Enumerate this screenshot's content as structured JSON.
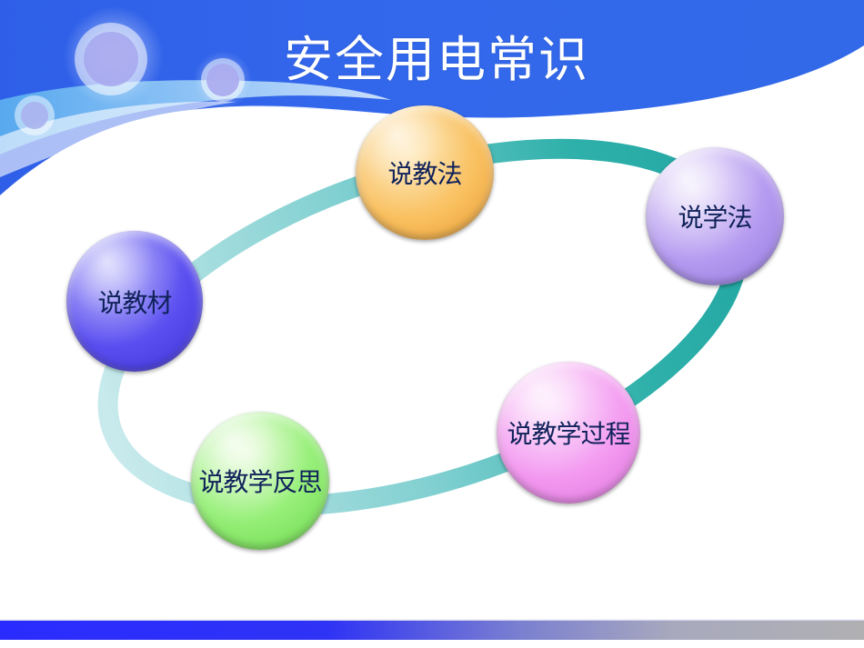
{
  "slide": {
    "title": "安全用电常识",
    "colors": {
      "header_blue": "#3268e8",
      "ring_teal": "#2fb0aa",
      "ring_light": "#bfe6e8",
      "label_text": "#10225a",
      "bottom_bar_start": "#2a2cff",
      "bottom_bar_end": "#b0b0b3"
    },
    "nodes": [
      {
        "id": "jiaocai",
        "label": "说教材",
        "color": "#5a4ef0"
      },
      {
        "id": "jiaofa",
        "label": "说教法",
        "color": "#f8b850"
      },
      {
        "id": "xuefa",
        "label": "说学法",
        "color": "#b59af0"
      },
      {
        "id": "guocheng",
        "label": "说教学过程",
        "color": "#f090ee"
      },
      {
        "id": "fansi",
        "label": "说教学反思",
        "color": "#80ea60"
      }
    ]
  }
}
